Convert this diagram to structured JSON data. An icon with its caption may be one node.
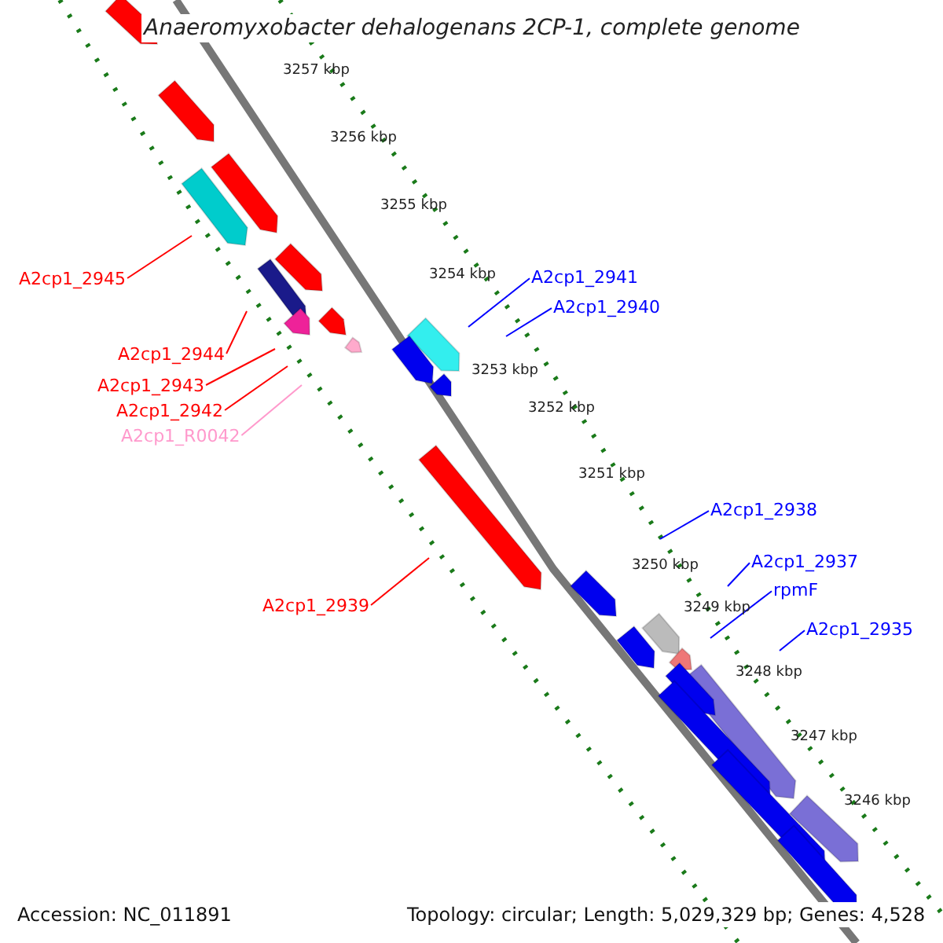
{
  "diagram": {
    "title": "Anaeromyxobacter dehalogenans 2CP-1, complete genome",
    "nodes": [
      {
        "text": [
          "A2cp1_2945"
        ]
      },
      {
        "text": [
          "A2cp1_2944"
        ]
      },
      {
        "text": [
          "A2cp1_2943"
        ]
      },
      {
        "text": [
          "A2cp1_2942"
        ]
      },
      {
        "text": [
          "A2cp1_R0042"
        ]
      },
      {
        "text": [
          "A2cp1_2939"
        ]
      },
      {
        "text": [
          "A2cp1_2941"
        ]
      },
      {
        "text": [
          "A2cp1_2940"
        ]
      },
      {
        "text": [
          "A2cp1_2938"
        ]
      },
      {
        "text": [
          "A2cp1_2937"
        ]
      },
      {
        "text": [
          "rpmF"
        ]
      },
      {
        "text": [
          "A2cp1_2935"
        ]
      }
    ],
    "edges": [
      {
        "from": 0,
        "to": null,
        "arrow": "none",
        "color": "#ff0000"
      },
      {
        "from": 1,
        "to": null,
        "arrow": "none",
        "color": "#ff0000"
      },
      {
        "from": 2,
        "to": null,
        "arrow": "none",
        "color": "#ff0000"
      },
      {
        "from": 3,
        "to": null,
        "arrow": "none",
        "color": "#ff0000"
      },
      {
        "from": 4,
        "to": null,
        "arrow": "none",
        "color": "#ff99cc"
      },
      {
        "from": 5,
        "to": null,
        "arrow": "none",
        "color": "#ff0000"
      },
      {
        "from": 6,
        "to": null,
        "arrow": "none",
        "color": "#0000ff"
      },
      {
        "from": 7,
        "to": null,
        "arrow": "none",
        "color": "#0000ff"
      },
      {
        "from": 8,
        "to": null,
        "arrow": "none",
        "color": "#0000ff"
      },
      {
        "from": 9,
        "to": null,
        "arrow": "none",
        "color": "#0000ff"
      },
      {
        "from": 10,
        "to": null,
        "arrow": "none",
        "color": "#0000ff"
      },
      {
        "from": 11,
        "to": null,
        "arrow": "none",
        "color": "#0000ff"
      }
    ],
    "labels": [
      "3257 kbp",
      "3256 kbp",
      "3255 kbp",
      "3254 kbp",
      "3253 kbp",
      "3252 kbp",
      "3251 kbp",
      "3250 kbp",
      "3249 kbp",
      "3248 kbp",
      "3247 kbp",
      "3246 kbp",
      "Accession: NC_011891",
      "Topology: circular; Length: 5,029,329 bp; Genes: 4,528"
    ]
  }
}
